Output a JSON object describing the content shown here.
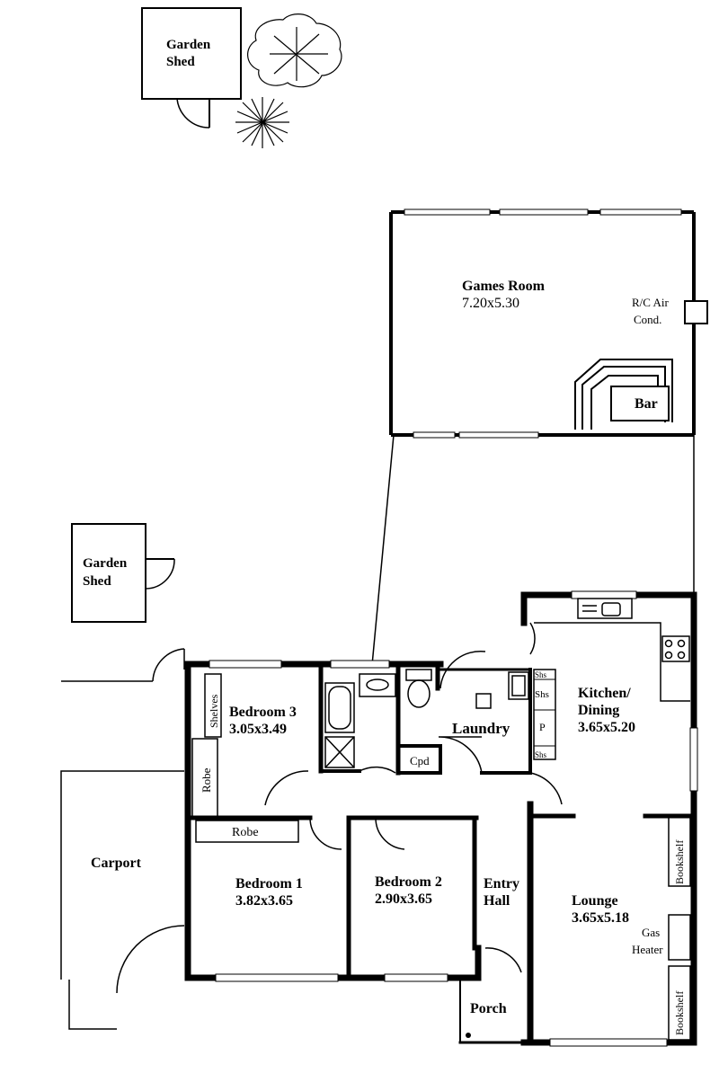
{
  "garden_shed_top": {
    "line1": "Garden",
    "line2": "Shed"
  },
  "garden_shed_left": {
    "line1": "Garden",
    "line2": "Shed"
  },
  "games_room": {
    "name": "Games Room",
    "size": "7.20x5.30"
  },
  "air_cond": {
    "line1": "R/C Air",
    "line2": "Cond."
  },
  "bar": "Bar",
  "bedroom3": {
    "name": "Bedroom 3",
    "size": "3.05x3.49"
  },
  "shelves": "Shelves",
  "robe_vertical": "Robe",
  "robe_horizontal": "Robe",
  "laundry": "Laundry",
  "cpd": "Cpd",
  "kitchen": {
    "line1": "Kitchen/",
    "line2": "Dining",
    "size": "3.65x5.20"
  },
  "kitchen_shelves": {
    "s1": "Shs",
    "s2": "Shs",
    "pantry": "P",
    "s3": "Shs"
  },
  "carport": "Carport",
  "bedroom1": {
    "name": "Bedroom 1",
    "size": "3.82x3.65"
  },
  "bedroom2": {
    "name": "Bedroom 2",
    "size": "2.90x3.65"
  },
  "entry_hall": {
    "line1": "Entry",
    "line2": "Hall"
  },
  "lounge": {
    "name": "Lounge",
    "size": "3.65x5.18"
  },
  "gas_heater": {
    "line1": "Gas",
    "line2": "Heater"
  },
  "bookshelf_top": "Bookshelf",
  "bookshelf_bottom": "Bookshelf",
  "porch": "Porch"
}
